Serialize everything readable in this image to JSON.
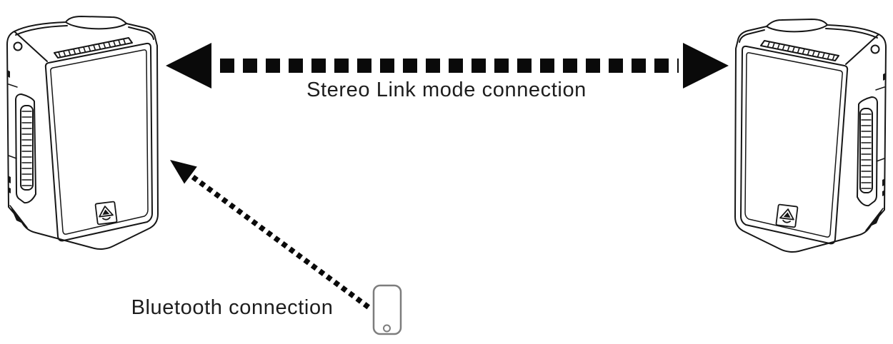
{
  "diagram": {
    "stereo_link_label": "Stereo Link mode connection",
    "bluetooth_label": "Bluetooth connection",
    "icons": {
      "left_speaker": "pa-speaker-line-art",
      "right_speaker": "pa-speaker-line-art-mirrored",
      "phone": "smartphone-outline"
    },
    "arrows": {
      "stereo_link": "double-headed-dashed-horizontal",
      "bluetooth": "single-headed-dotted-diagonal"
    },
    "colors": {
      "line": "#161616",
      "text": "#1d1d1d",
      "phone_outline": "#7d7d7d",
      "background": "#ffffff"
    }
  }
}
